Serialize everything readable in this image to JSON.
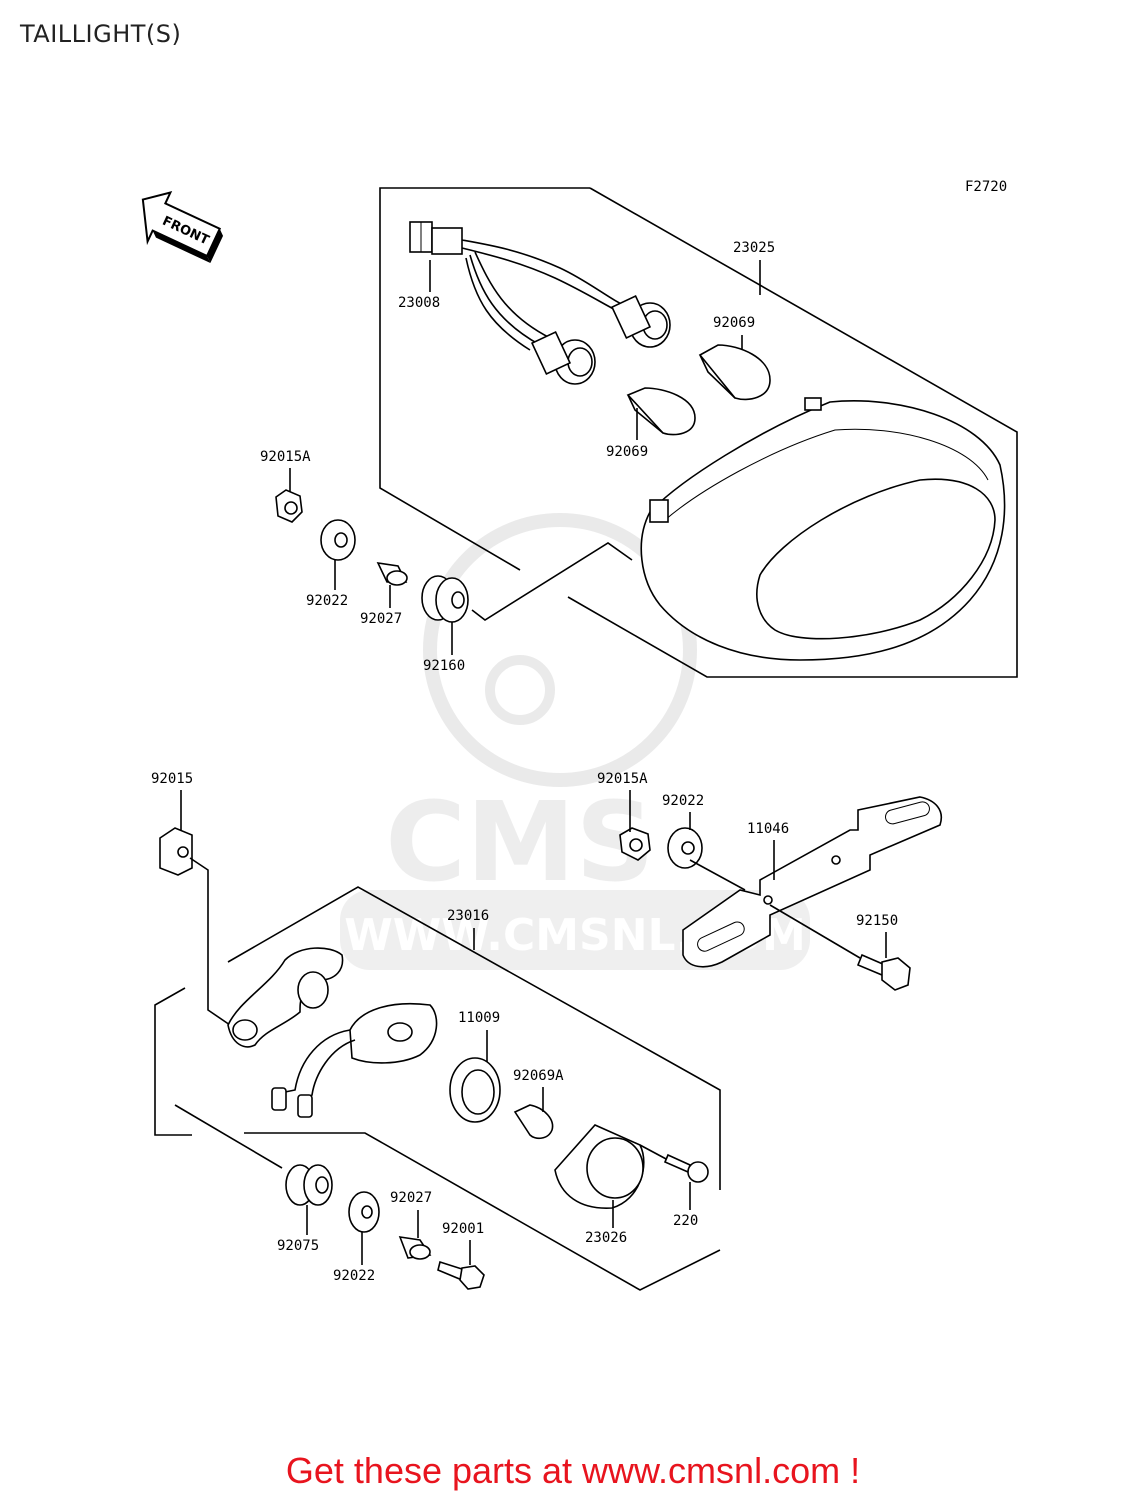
{
  "page_title": "TAILLIGHT(S)",
  "figure_code": "F2720",
  "front_arrow_label": "FRONT",
  "watermark_text": "WWW.CMSNL.COM",
  "watermark_logo": "CMS",
  "parts": {
    "p23025": "23025",
    "p23008": "23008",
    "p92069_top": "92069",
    "p92069_bottom": "92069",
    "p92015A_top": "92015A",
    "p92022_top": "92022",
    "p92027_top": "92027",
    "p92160": "92160",
    "p92015": "92015",
    "p92015A_mid": "92015A",
    "p92022_mid": "92022",
    "p11046": "11046",
    "p92150": "92150",
    "p23016": "23016",
    "p11009": "11009",
    "p92069A": "92069A",
    "p220": "220",
    "p23026": "23026",
    "p92027_bottom": "92027",
    "p92001": "92001",
    "p92075": "92075",
    "p92022_bottom": "92022"
  },
  "footer_cta": "Get these parts at www.cmsnl.com !",
  "colors": {
    "cta": "#e8141e",
    "line": "#000000",
    "watermark": "#d9d9d9"
  }
}
